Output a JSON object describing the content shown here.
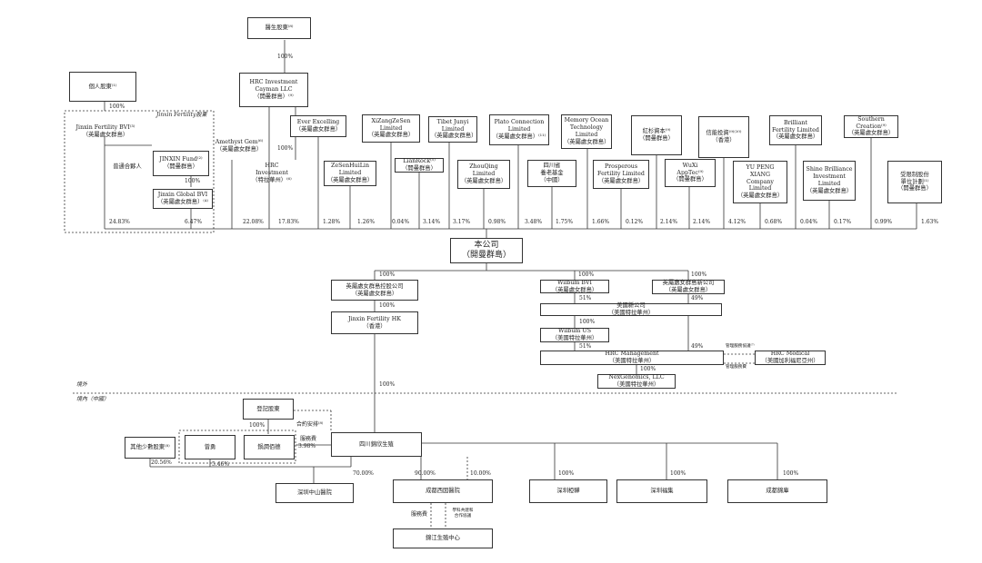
{
  "boxes": {
    "doctor_shareholders": "醫生股東⁽⁸⁾",
    "individual_shareholders": "個人股東⁽¹⁾",
    "jinxin_bvi_label": "Jinxin Fertility BVI⁽³⁾\n（英屬處女群島）",
    "jinxin_family_label": "Jinxin Fertility股東",
    "general_partner": "普通合夥人",
    "jinxin_fund": "JINXIN Fund⁽²⁾\n（開曼群島）",
    "jinxin_global": "Jinxin Global BVI\n（英屬處女群島）⁽⁴⁾",
    "hrc_cayman": "HRC Investment\nCayman LLC\n（開曼群島）⁽⁹⁾",
    "amethyst": "Amethyst Gem⁽⁶⁾\n（英屬處女群島）",
    "hrc_investment": "HRC\nInvestment\n（特拉華州）⁽⁶⁾",
    "ever_excelling": "Ever Excelling\n（英屬處女群島）",
    "xizang": "XiZangZeSen\nLimited\n（英屬處女群島）",
    "zesenhuilin": "ZeSenHuiLin\nLimited\n（英屬處女群島）",
    "tibet_junyi": "Tibet Junyi\nLimited\n（英屬處女群島）",
    "lianrock": "LianRock⁽⁵⁾\n（開曼群島）",
    "plato": "Plato Connection\nLimited\n（英屬處女群島）⁽¹¹⁾",
    "zhouqing": "ZhouQing\nLimited\n（英屬處女群島）",
    "memory_ocean": "Memory Ocean\nTechnology\nLimited\n（英屬處女群島）",
    "sichuan_fund": "四川省\n養老基金\n（中國）",
    "hongshan": "紅杉資本⁽⁹⁾\n（開曼群島）",
    "prosperous": "Prosperous\nFertility Limited\n（英屬處女群島）",
    "xinneng": "信能投資⁽⁹⁾⁽¹⁰⁾\n（香港）",
    "wuxi": "WuXi\nAppTec⁽⁹⁾\n（開曼群島）",
    "brilliant": "Brilliant\nFertility Limited\n（英屬處女群島）",
    "yu_peng": "YU PENG\nXIANG\nCompany\nLimited\n（英屬處女群島）",
    "southern": "Southern Creation⁽⁹⁾\n（英屬處女群島）",
    "shine": "Shine Brilliance\nInvestment\nLimited\n（英屬處女群島）",
    "share_incentive": "受限制股份\n單位計劃⁽¹⁾\n（開曼群島）",
    "company": "本公司\n（開曼群島）",
    "bvi_holdco": "英屬處女群島控股公司\n（英屬處女群島）",
    "jinxin_hk": "Jinxin Fertility HK\n（香港）",
    "wilbum_bvi": "Wilbum BVI\n（英屬處女群島）",
    "bvi_newco": "英屬處女群島新公司\n（英屬處女群島）",
    "us_newco": "美國新公司\n（美國特拉華州）",
    "wilbum_us": "Wilbum US\n（美國特拉華州）",
    "hrc_management": "HRC Management\n（美國特拉華州）",
    "hrc_medical": "HRC Medical\n（美國加利福尼亞州）",
    "nextgenomics": "NexGenomics, LLC\n（美國特拉華州）",
    "registered_shareholders": "登記股東",
    "other_minority": "其他少數股東⁽⁸⁾",
    "zeng_yong": "曾勇",
    "dong_yingying": "鍋潤佰德",
    "sichuan_jinxin": "四川錦欣生殖",
    "shenzhen_zhongshan": "深圳中山醫院",
    "chengdu_xixi": "成都西囡醫院",
    "shenzhen_heyang": "深圳椏驊",
    "shenzhen_zhongji": "深圳福集",
    "chengdu_jinfu": "成都錦庫",
    "jinjiang_center": "錦江生殖中心"
  },
  "labels": {
    "outside_prc": "境外",
    "inside_prc": "境內（中國）",
    "contractual": "合約安排⁽⁸⁾",
    "service_fee": "服務費",
    "service_fee_2": "服務費",
    "academic_support": "學科共建和\n合作協議",
    "management_agreement": "管理服務協議⁽⁷⁾",
    "management_fee": "管理服務費"
  },
  "percentages": {
    "individual_top": "100%",
    "doctor_cayman": "100%",
    "fund_global": "100%",
    "cayman_hrcinv": "100%",
    "jinxin_bvi_pct": "24.83%",
    "jinxin_global_pct": "6.47%",
    "amethyst_pct": "22.08%",
    "hrc_inv_pct": "17.83%",
    "ever_pct": "1.28%",
    "zesenhuilin_pct": "1.26%",
    "xizang_pct": "0.04%",
    "lianrock_pct": "3.14%",
    "tibet_pct": "3.17%",
    "zhouqing_pct": "0.98%",
    "plato_pct": "3.48%",
    "sichuan_fund_pct": "1.75%",
    "memory_pct": "1.66%",
    "prosperous_pct": "0.12%",
    "hongshan_pct": "2.14%",
    "wuxi_pct": "2.14%",
    "xinneng_pct": "4.12%",
    "yu_peng_pct": "0.68%",
    "brilliant_pct": "0.04%",
    "shine_pct": "0.17%",
    "southern_pct": "0.99%",
    "incentive_pct": "1.63%",
    "company_bvi_holdco": "100%",
    "holdco_hk": "100%",
    "company_wilbum": "100%",
    "company_bvi_newco": "100%",
    "wilbum_usnewco": "51%",
    "newco_usnewco": "49%",
    "usnewco_wilbumus": "100%",
    "wilbumus_hrcmgmt": "51%",
    "newco_hrcmgmt": "49%",
    "hrcmgmt_nexgen": "100%",
    "hk_sichuan": "100%",
    "registered_100": "100%",
    "dong_pct": "3.98%",
    "other_pct": "20.56%",
    "zeng_pct": "5.46%",
    "shenzhen_zs_pct": "70.00%",
    "chengdu_xixi_pct": "90.00%",
    "chengdu_xixi_other_pct": "10.00%",
    "heyang_pct": "100%",
    "zhongji_pct": "100%",
    "jinfu_pct": "100%"
  }
}
